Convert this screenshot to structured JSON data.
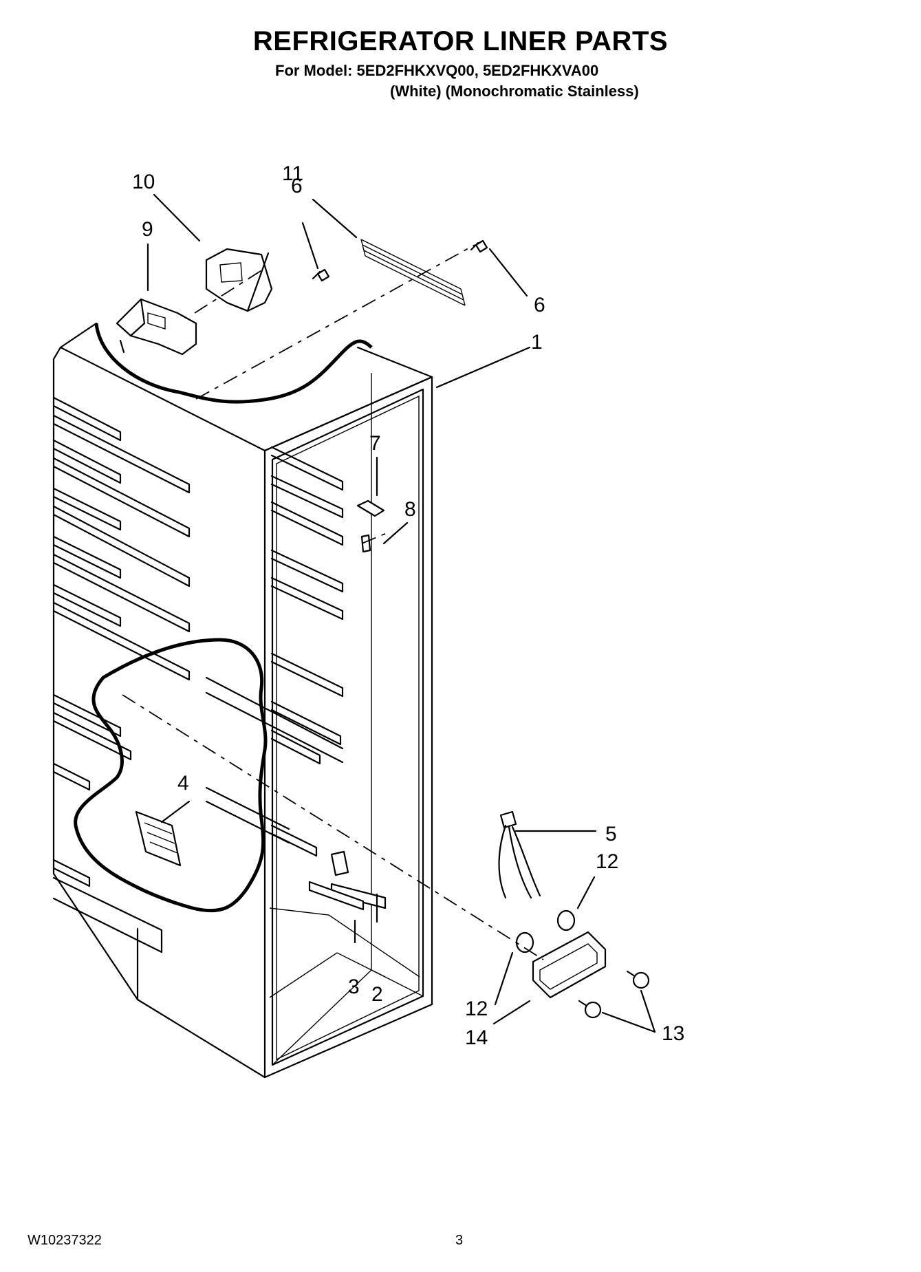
{
  "header": {
    "title": "REFRIGERATOR LINER PARTS",
    "model_line": "For Model: 5ED2FHKXVQ00, 5ED2FHKXVA00",
    "variant_line": "(White) (Monochromatic Stainless)"
  },
  "callouts": {
    "c1": "1",
    "c2": "2",
    "c3": "3",
    "c4": "4",
    "c5": "5",
    "c6a": "6",
    "c6b": "6",
    "c7": "7",
    "c8": "8",
    "c9": "9",
    "c10": "10",
    "c11": "11",
    "c12a": "12",
    "c12b": "12",
    "c13": "13",
    "c14": "14"
  },
  "footer": {
    "doc_number": "W10237322",
    "page_number": "3"
  }
}
